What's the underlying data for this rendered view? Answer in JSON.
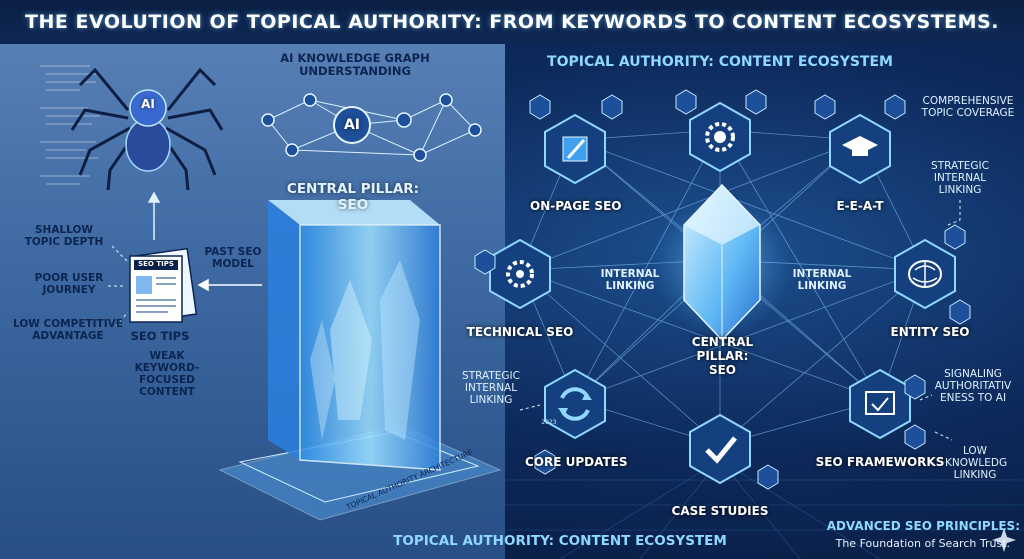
{
  "title": "THE EVOLUTION OF TOPICAL AUTHORITY: FROM KEYWORDS TO CONTENT ECOSYSTEMS.",
  "left": {
    "ai_graph_label": "AI KNOWLEDGE GRAPH\nUNDERSTANDING",
    "spider_text": "AI",
    "graph_center_text": "AI",
    "pillar_label": "CENTRAL PILLAR:\nSEO",
    "past_model": "PAST SEO\nMODEL",
    "doc_header": "SEO TIPS",
    "doc_caption": "SEO TIPS",
    "shallow": "SHALLOW\nTOPIC DEPTH",
    "poor_journey": "POOR USER\nJOURNEY",
    "low_competitive": "LOW COMPETITIVE\nADVANTAGE",
    "weak_content": "WEAK\nKEYWORD-FOCUSED\nCONTENT",
    "base_text": "TOPICAL AUTHORITY ARCHITECTURE"
  },
  "right": {
    "heading": "TOPICAL AUTHORITY: CONTENT ECOSYSTEM",
    "nodes": {
      "onpage": "ON-PAGE SEO",
      "eeat": "E-E-A-T",
      "technical": "TECHNICAL SEO",
      "central": "CENTRAL PILLAR:\nSEO",
      "entity": "ENTITY SEO",
      "core": "CORE UPDATES",
      "case": "CASE STUDIES",
      "frameworks": "SEO FRAMEWORKS"
    },
    "internal_left": "INTERNAL\nLINKING",
    "internal_right": "INTERNAL\nLINKING",
    "comprehensive": "COMPREHENSIVE\nTOPIC COVERAGE",
    "strategic_top": "STRATEGIC\nINTERNAL\nLINKING",
    "strategic_left": "STRATEGIC\nINTERNAL\nLINKING",
    "signaling": "SIGNALING\nAUTHORITATIV\nENESS TO AI",
    "low_linking": "LOW\nKNOWLEDG\nLINKING",
    "year_badge": "2023"
  },
  "footer": {
    "center": "TOPICAL AUTHORITY: CONTENT ECOSYSTEM",
    "principles_title": "ADVANCED SEO PRINCIPLES:",
    "principles_sub": "The Foundation of Search Trust."
  },
  "colors": {
    "accent_cyan": "#8fd8ff",
    "node_glow": "#3fb4ff",
    "dark_navy": "#0c2450"
  },
  "icons": [
    "spider-icon",
    "document-icon",
    "gear-icon",
    "pencil-icon",
    "graduation-cap-icon",
    "brain-icon",
    "refresh-icon",
    "checkmark-icon",
    "framework-icon",
    "sparkle-icon"
  ]
}
